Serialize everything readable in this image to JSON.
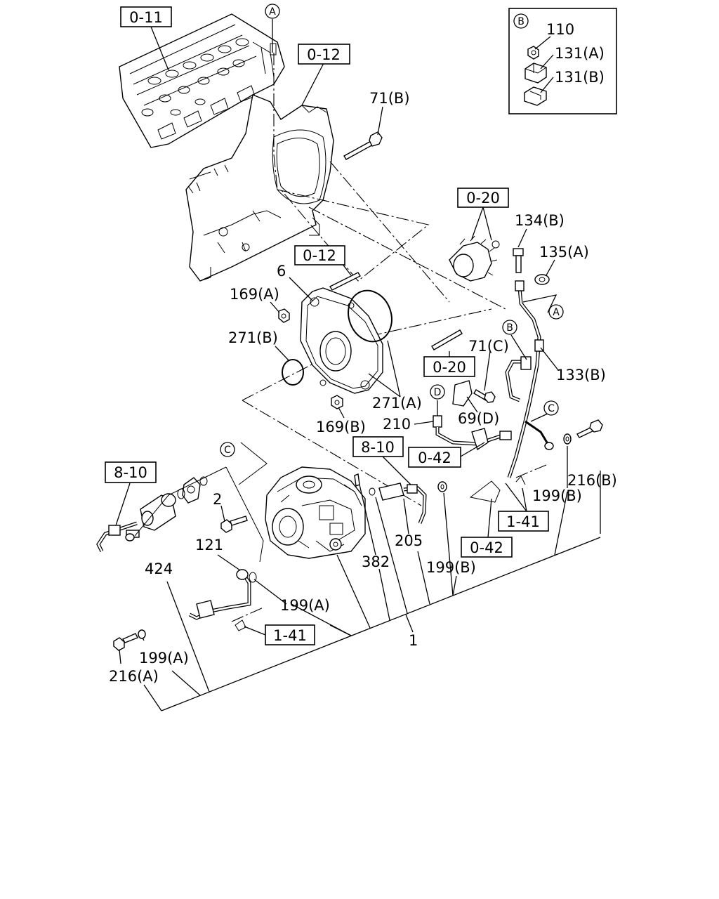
{
  "labels": {
    "l110": "110",
    "l131a": "131(A)",
    "l131b": "131(B)",
    "l71b": "71(B)",
    "l134b": "134(B)",
    "l135a": "135(A)",
    "l6": "6",
    "l169a": "169(A)",
    "l271b": "271(B)",
    "l71c": "71(C)",
    "l133b": "133(B)",
    "l271a": "271(A)",
    "l169b": "169(B)",
    "l210": "210",
    "l69d": "69(D)",
    "l216b": "216(B)",
    "l199b_1": "199(B)",
    "l2": "2",
    "l121": "121",
    "l424": "424",
    "l205": "205",
    "l382": "382",
    "l199b_2": "199(B)",
    "l199a_1": "199(A)",
    "l1": "1",
    "l199a_2": "199(A)",
    "l216a": "216(A)"
  },
  "refs": {
    "r011": "0-11",
    "r012_top": "0-12",
    "r012_mid": "0-12",
    "r020_top": "0-20",
    "r020_mid": "0-20",
    "r810_left": "8-10",
    "r810_mid": "8-10",
    "r042_mid": "0-42",
    "r042_low": "0-42",
    "r141_right": "1-41",
    "r141_low": "1-41"
  },
  "circles": {
    "c_a_top": "A",
    "c_b_inset": "B",
    "c_a_right": "A",
    "c_b_right": "B",
    "c_c_right": "C",
    "c_d": "D",
    "c_c_left": "C"
  }
}
